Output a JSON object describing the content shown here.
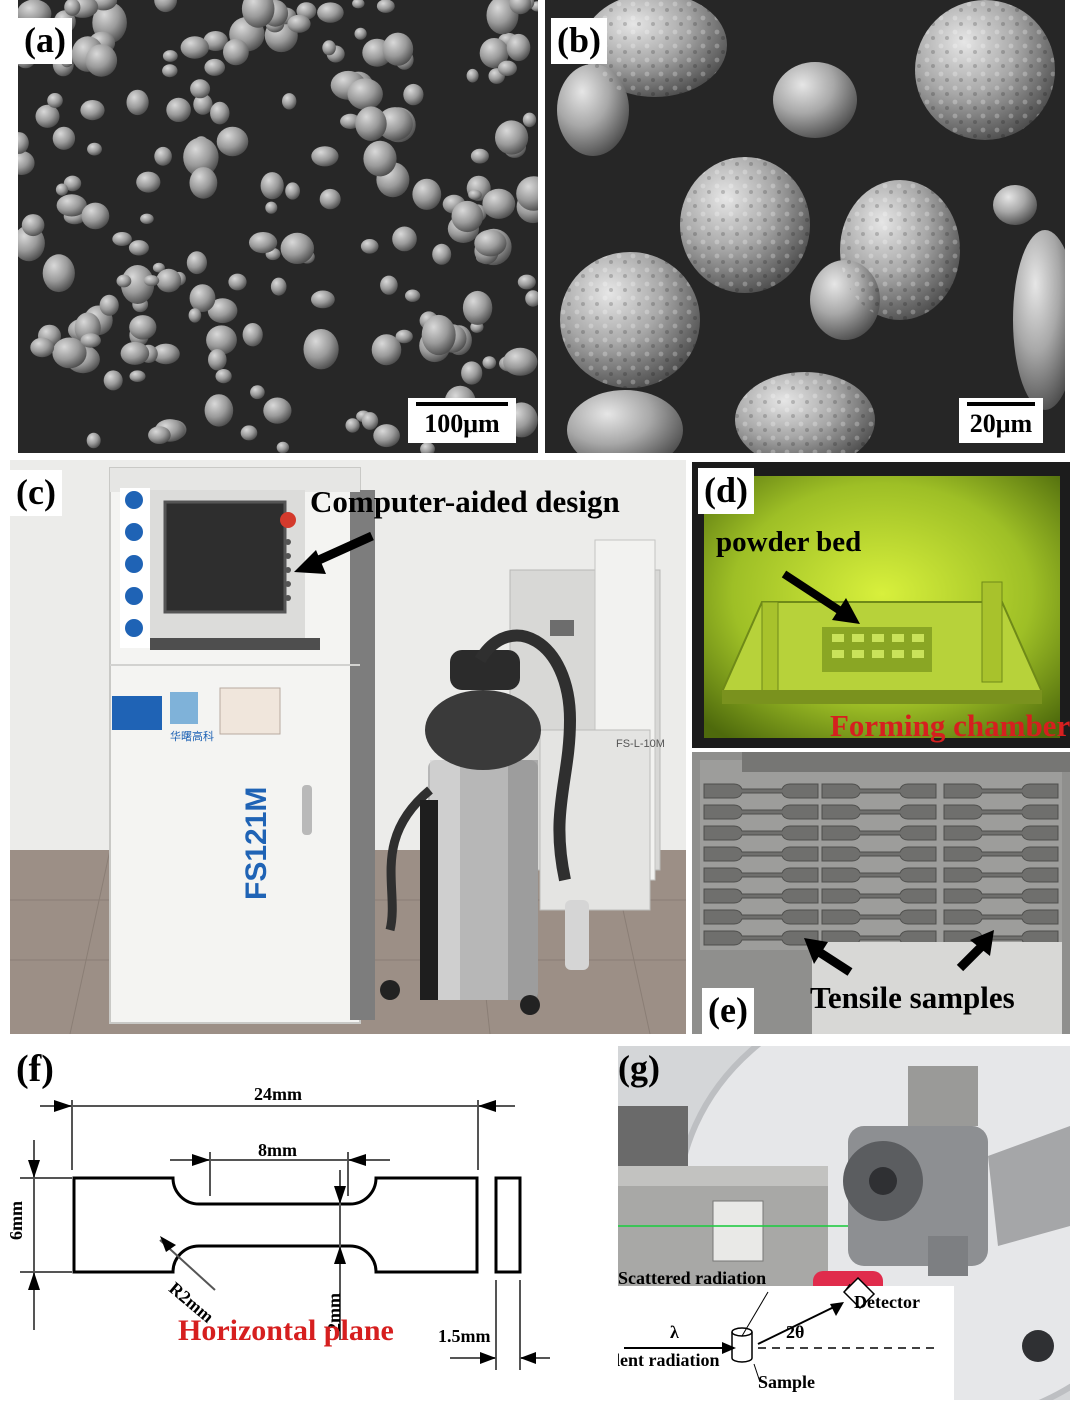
{
  "panels": {
    "a": {
      "label": "(a)",
      "scale_bar": "100μm"
    },
    "b": {
      "label": "(b)",
      "scale_bar": "20μm"
    },
    "c": {
      "label": "(c)",
      "annotation": "Computer-aided design",
      "machine_model": "FS121M",
      "brand_text": "华曙高科",
      "side_unit_text": "FS-L-10M"
    },
    "d": {
      "label": "(d)",
      "annotation": "powder bed",
      "caption": "Forming chamber"
    },
    "e": {
      "label": "(e)",
      "annotation": "Tensile samples"
    },
    "f": {
      "label": "(f)",
      "dim_total_length": "24mm",
      "dim_gauge_length": "8mm",
      "dim_width": "6mm",
      "dim_gauge_width": "2mm",
      "dim_radius": "R2mm",
      "dim_thickness": "1.5mm",
      "caption": "Horizontal plane"
    },
    "g": {
      "label": "(g)",
      "scattered": "Scattered radiation",
      "detector": "Detector",
      "lambda": "λ",
      "two_theta": "2θ",
      "incident": "Incident radiation",
      "sample": "Sample"
    }
  },
  "colors": {
    "accent_red": "#d61f1f",
    "sem_background": "#262626",
    "chamber_green": "#8fb52a"
  }
}
